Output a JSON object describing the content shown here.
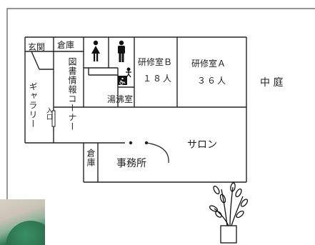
{
  "rooms": {
    "genkan": "玄関",
    "souko_top": "倉庫",
    "library": "図書情報コーナー",
    "gallery": "ギャラリー",
    "entrance": "入口",
    "training_b": "研修室Ｂ",
    "training_b_cap": "１８人",
    "training_a": "研修室Ａ",
    "training_a_cap": "３６人",
    "kitchenette": "湯沸室",
    "salon": "サロン",
    "office": "事務所",
    "souko_bottom": "倉庫",
    "courtyard": "中 庭"
  },
  "icons": {
    "female": "female-restroom-icon",
    "male": "male-restroom-icon",
    "accessible": "wheelchair-icon",
    "baby": "baby-changing-icon",
    "plant": "plant-icon"
  },
  "colors": {
    "line": "#222222",
    "border": "#555555"
  }
}
